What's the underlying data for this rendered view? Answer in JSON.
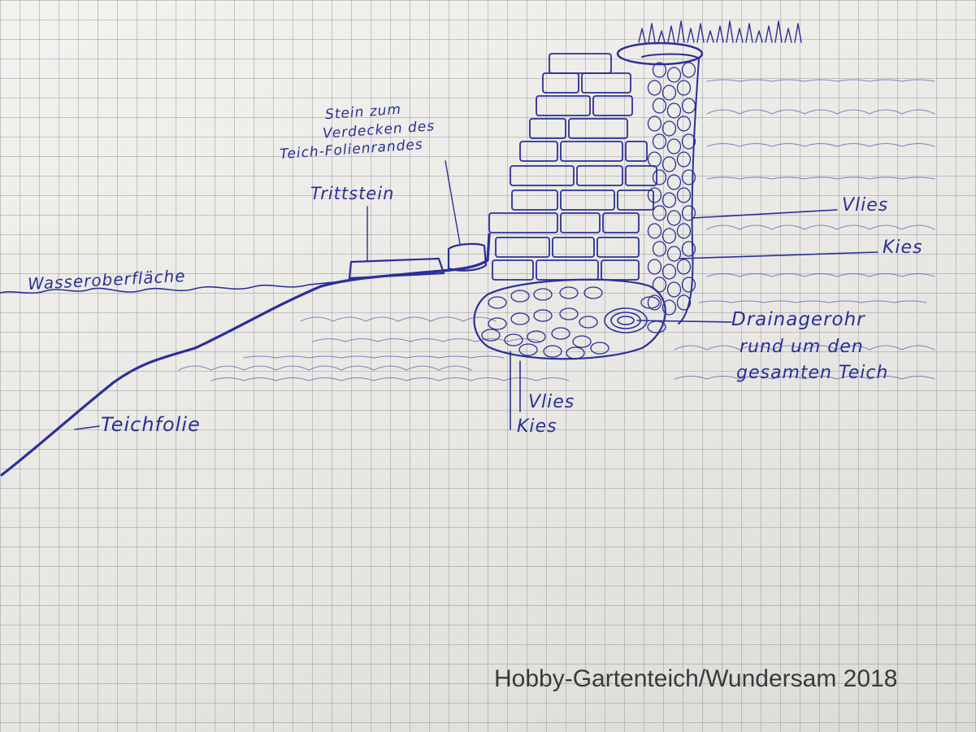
{
  "labels": {
    "wasseroberflaeche": "Wasseroberfläche",
    "teichfolie": "Teichfolie",
    "trittstein": "Trittstein",
    "stein_verdecken": [
      "Stein zum",
      "Verdecken des",
      "Teich-Folienrandes"
    ],
    "vlies_top": "Vlies",
    "kies_top": "Kies",
    "drainagerohr": [
      "Drainagerohr",
      "rund um den",
      "gesamten Teich"
    ],
    "vlies_bottom": "Vlies",
    "kies_bottom": "Kies"
  },
  "watermark": "Hobby-Gartenteich/Wundersam 2018",
  "colors": {
    "ink": "#2a2f9a",
    "paper": "#eceae6",
    "grid": "#787d87"
  }
}
